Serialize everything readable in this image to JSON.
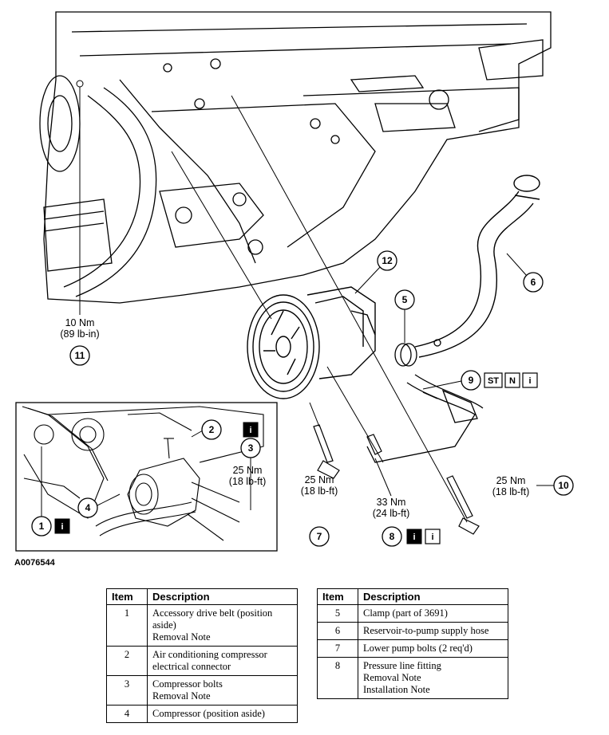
{
  "figure_id": "A0076544",
  "callouts": {
    "c1": "1",
    "c2": "2",
    "c3": "3",
    "c4": "4",
    "c5": "5",
    "c6": "6",
    "c7": "7",
    "c8": "8",
    "c9": "9",
    "c10": "10",
    "c11": "11",
    "c12": "12"
  },
  "torque": {
    "t11_nm": "10 Nm",
    "t11_imp": "(89 lb-in)",
    "t3_nm": "25 Nm",
    "t3_imp": "(18 lb-ft)",
    "t7_nm": "25 Nm",
    "t7_imp": "(18 lb-ft)",
    "t8_nm": "33 Nm",
    "t8_imp": "(24 lb-ft)",
    "t10_nm": "25 Nm",
    "t10_imp": "(18 lb-ft)"
  },
  "icons": {
    "info": "i",
    "special_tool": "ST",
    "new_part": "N"
  },
  "table_left": {
    "header_item": "Item",
    "header_desc": "Description",
    "rows": [
      {
        "item": "1",
        "desc": "Accessory drive belt (position aside)\nRemoval Note"
      },
      {
        "item": "2",
        "desc": "Air conditioning compressor electrical connector"
      },
      {
        "item": "3",
        "desc": "Compressor bolts\nRemoval Note"
      },
      {
        "item": "4",
        "desc": "Compressor (position aside)"
      }
    ]
  },
  "table_right": {
    "header_item": "Item",
    "header_desc": "Description",
    "rows": [
      {
        "item": "5",
        "desc": "Clamp (part of 3691)"
      },
      {
        "item": "6",
        "desc": "Reservoir-to-pump supply hose"
      },
      {
        "item": "7",
        "desc": "Lower pump bolts (2 req'd)"
      },
      {
        "item": "8",
        "desc": "Pressure line fitting\nRemoval Note\nInstallation Note"
      }
    ]
  }
}
